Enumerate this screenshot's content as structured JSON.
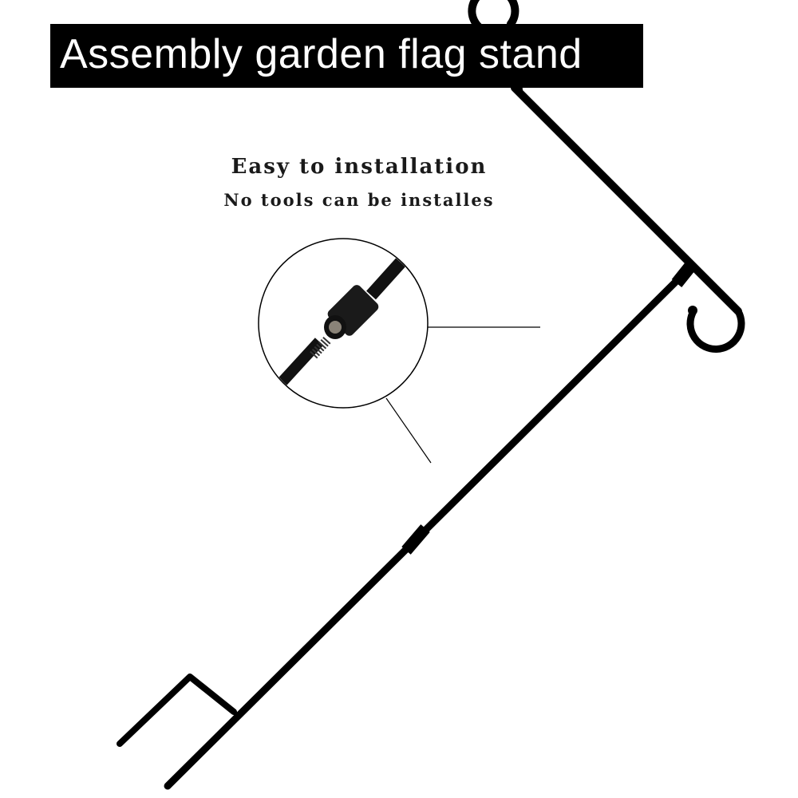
{
  "title": "Assembly garden flag stand",
  "headline": "Easy to installation",
  "subline": "No tools can be installes",
  "colors": {
    "ink": "#000000",
    "background": "#ffffff"
  }
}
